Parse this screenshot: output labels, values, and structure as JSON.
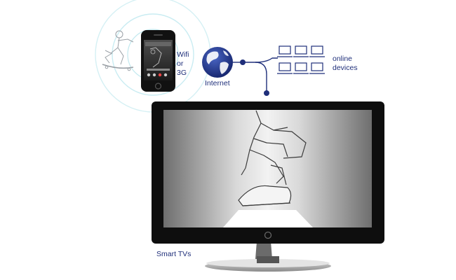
{
  "labels": {
    "wifi_line1": "Wifi",
    "wifi_line2": "or",
    "wifi_line3": "3G",
    "internet": "Internet",
    "devices_line1": "online",
    "devices_line2": "devices",
    "smart_tvs": "Smart TVs"
  },
  "colors": {
    "accent": "#1f2f7a",
    "signal_ring": "#cfeef3",
    "tv_frame": "#111111"
  },
  "icons": {
    "phone": "smartphone-icon",
    "globe": "globe-icon",
    "devices": "laptop-icon",
    "tv": "television-icon",
    "skater": "skateboarder-illustration"
  }
}
